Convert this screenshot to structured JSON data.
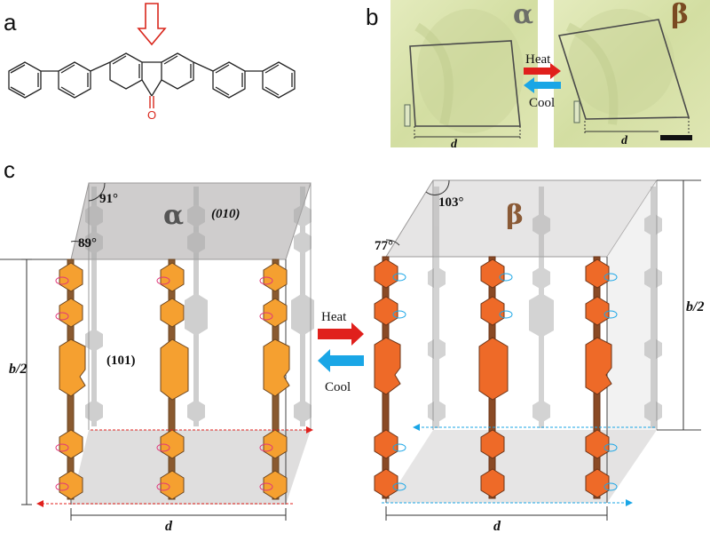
{
  "panels": {
    "a": "a",
    "b": "b",
    "c": "c"
  },
  "molecule": {
    "carbonyl_atom": "O",
    "arrow_color": "#d9261c"
  },
  "micrographs": {
    "alpha_symbol": "α",
    "beta_symbol": "β",
    "heat_label": "Heat",
    "cool_label": "Cool",
    "d_label": "d",
    "heat_color": "#e0201c",
    "cool_color": "#1aa6e6"
  },
  "alpha_cell": {
    "symbol": "α",
    "top_angle": "91°",
    "side_angle": "89°",
    "plane_top": "(010)",
    "plane_side": "(101)",
    "b_half": "b/2",
    "d_label": "d",
    "molecule_color": "#f5a030"
  },
  "beta_cell": {
    "symbol": "β",
    "top_angle": "103°",
    "side_angle": "77°",
    "b_half": "b/2",
    "d_label": "d",
    "molecule_color": "#ee6a28"
  },
  "transition": {
    "heat_label": "Heat",
    "cool_label": "Cool"
  }
}
